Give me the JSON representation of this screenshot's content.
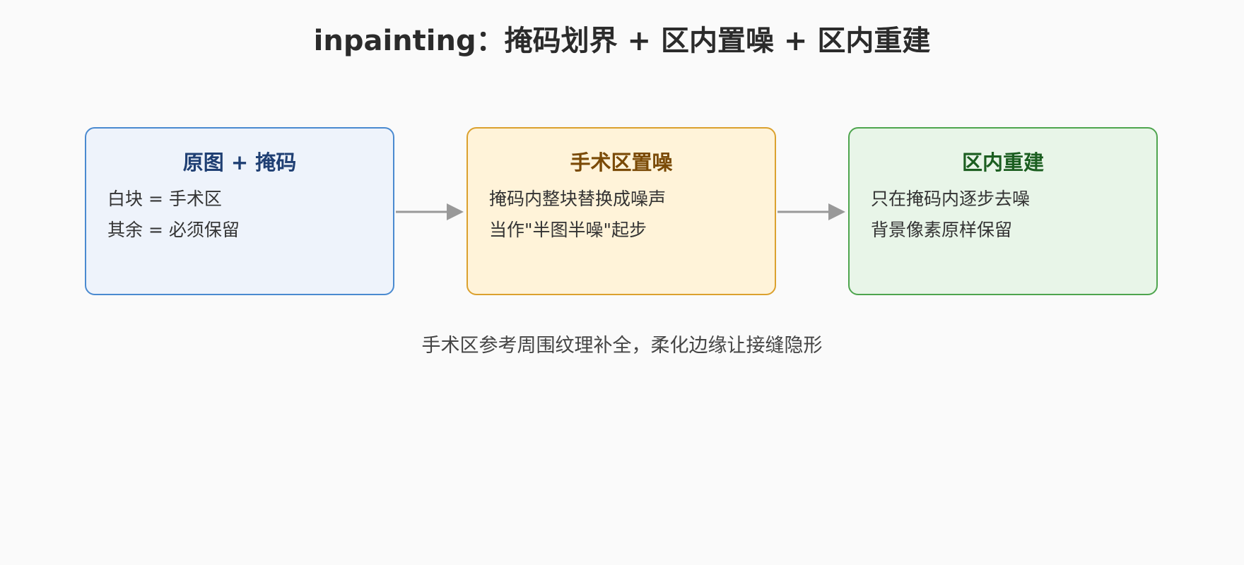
{
  "title": "inpainting：掩码划界 + 区内置噪 + 区内重建",
  "steps": [
    {
      "title": "原图 + 掩码",
      "lines": [
        "白块 = 手术区",
        "其余 = 必须保留"
      ],
      "colors": {
        "fill": "#eef3fb",
        "border": "#4a8ad0",
        "title": "#1f3f73"
      }
    },
    {
      "title": "手术区置噪",
      "lines": [
        "掩码内整块替换成噪声",
        "当作\"半图半噪\"起步"
      ],
      "colors": {
        "fill": "#fff3d9",
        "border": "#dba12e",
        "title": "#7a4a06"
      }
    },
    {
      "title": "区内重建",
      "lines": [
        "只在掩码内逐步去噪",
        "背景像素原样保留"
      ],
      "colors": {
        "fill": "#e8f5e8",
        "border": "#4ea54e",
        "title": "#1b5e20"
      }
    }
  ],
  "footer": "手术区参考周围纹理补全，柔化边缘让接缝隐形",
  "arrow_color": "#999999"
}
